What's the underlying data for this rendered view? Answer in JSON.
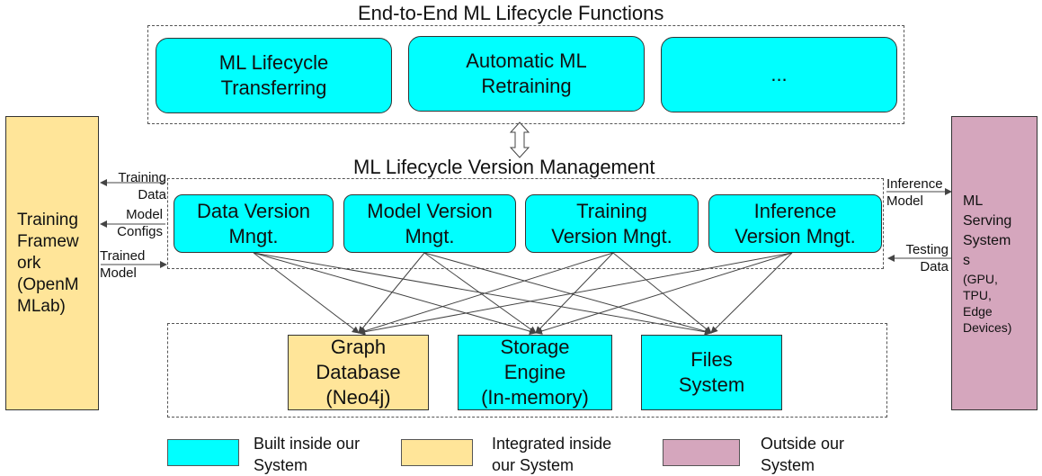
{
  "lifecycle_functions": {
    "title": "End-to-End ML Lifecycle Functions",
    "items": [
      "ML Lifecycle\nTransferring",
      "Automatic ML\nRetraining",
      "..."
    ]
  },
  "version_management": {
    "title": "ML Lifecycle Version Management",
    "items": [
      "Data Version\nMngt.",
      "Model Version\nMngt.",
      "Training\nVersion Mngt.",
      "Inference\nVersion Mngt."
    ]
  },
  "storage": {
    "items": [
      "Graph\nDatabase\n(Neo4j)",
      "Storage\nEngine\n(In-memory)",
      "Files\nSystem"
    ]
  },
  "training_framework": {
    "label": "Training\nFramew\nork\n(OpenM\nMLab)"
  },
  "serving_systems": {
    "label": "ML\nServing\nSystem\ns",
    "sublabel": "(GPU,\nTPU,\nEdge\nDevices)"
  },
  "flows": {
    "training_data": "Training\nData",
    "model_configs": "Model\nConfigs",
    "trained_model": "Trained\nModel",
    "inference_model": "Inference\nModel",
    "testing_data": "Testing\nData"
  },
  "legend": [
    {
      "label": "Built inside our\nSystem",
      "color": "#00ffff"
    },
    {
      "label": "Integrated inside\nour System",
      "color": "#ffe599"
    },
    {
      "label": "Outside our\nSystem",
      "color": "#d5a6bd"
    }
  ]
}
